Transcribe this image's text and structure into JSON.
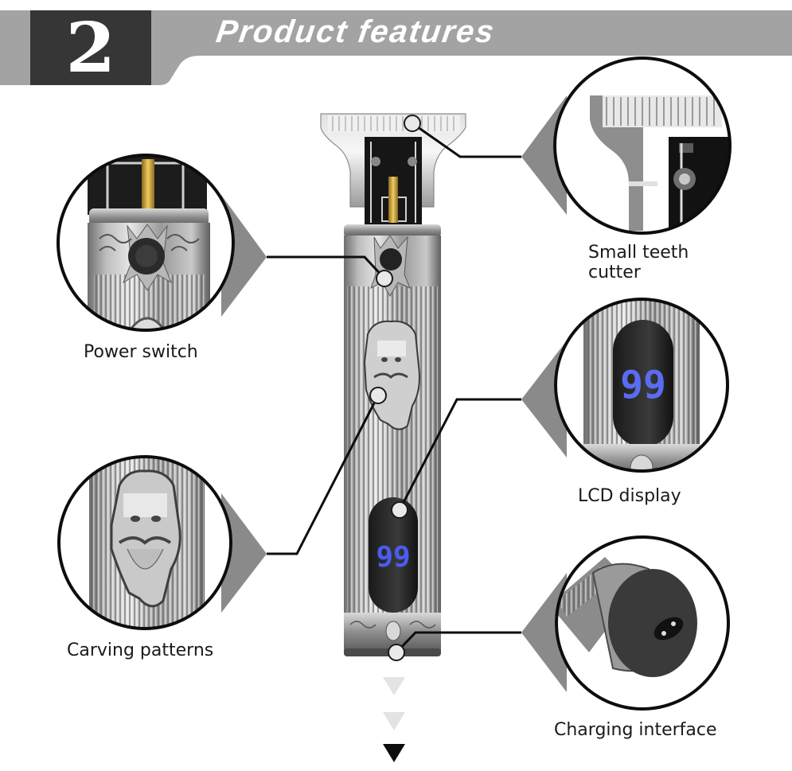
{
  "header": {
    "section_number": "2",
    "title": "Product features"
  },
  "features": [
    {
      "id": "small-teeth-cutter",
      "label_line1": "Small teeth",
      "label_line2": "cutter"
    },
    {
      "id": "power-switch",
      "label": "Power switch"
    },
    {
      "id": "lcd-display",
      "label": "LCD display",
      "lcd_reading": "99"
    },
    {
      "id": "carving-patterns",
      "label": "Carving patterns"
    },
    {
      "id": "charging-interface",
      "label": "Charging interface"
    }
  ],
  "product": {
    "lcd_reading": "99"
  },
  "colors": {
    "banner_gray": "#a3a3a3",
    "number_box": "#363636",
    "pointer_gray": "#8a8a8a",
    "lcd_blue": "#4a5cf0"
  },
  "scroll_arrows": [
    "light",
    "light",
    "dark"
  ]
}
